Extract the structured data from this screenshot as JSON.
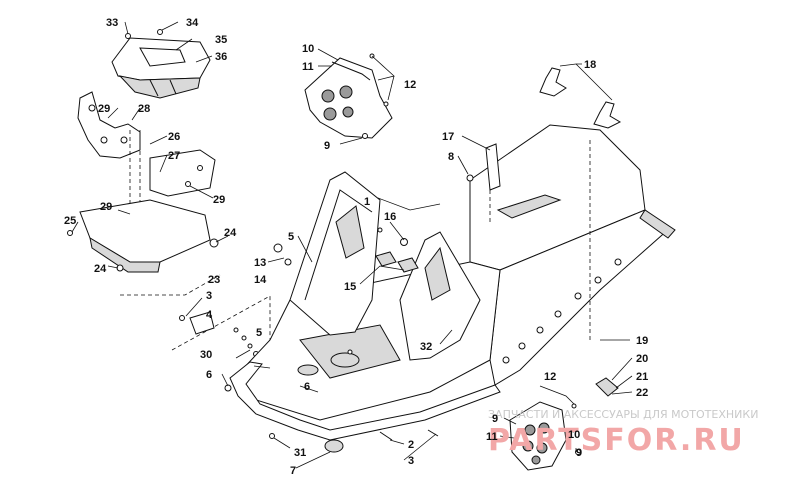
{
  "watermark": {
    "caption": "ЗАПЧАСТИ И АКСЕССУАРЫ ДЛЯ МОТОТЕХНИКИ",
    "logo": "PARTSFOR.RU"
  },
  "callouts": [
    {
      "id": "c33",
      "text": "33"
    },
    {
      "id": "c34",
      "text": "34"
    },
    {
      "id": "c35",
      "text": "35"
    },
    {
      "id": "c36",
      "text": "36"
    },
    {
      "id": "c29a",
      "text": "29"
    },
    {
      "id": "c28",
      "text": "28"
    },
    {
      "id": "c26",
      "text": "26"
    },
    {
      "id": "c27",
      "text": "27"
    },
    {
      "id": "c29b",
      "text": "29"
    },
    {
      "id": "c29c",
      "text": "29"
    },
    {
      "id": "c25",
      "text": "25"
    },
    {
      "id": "c24a",
      "text": "24"
    },
    {
      "id": "c24b",
      "text": "24"
    },
    {
      "id": "c23",
      "text": "23"
    },
    {
      "id": "c3a",
      "text": "3"
    },
    {
      "id": "c4",
      "text": "4"
    },
    {
      "id": "c5a",
      "text": "5"
    },
    {
      "id": "c30",
      "text": "30"
    },
    {
      "id": "c6a",
      "text": "6"
    },
    {
      "id": "c6b",
      "text": "6"
    },
    {
      "id": "c31",
      "text": "31"
    },
    {
      "id": "c7",
      "text": "7"
    },
    {
      "id": "c2",
      "text": "2"
    },
    {
      "id": "c3b",
      "text": "3"
    },
    {
      "id": "c10a",
      "text": "10"
    },
    {
      "id": "c11a",
      "text": "11"
    },
    {
      "id": "c12a",
      "text": "12"
    },
    {
      "id": "c9a",
      "text": "9"
    },
    {
      "id": "c1",
      "text": "1"
    },
    {
      "id": "c16",
      "text": "16"
    },
    {
      "id": "c5b",
      "text": "5"
    },
    {
      "id": "c13",
      "text": "13"
    },
    {
      "id": "c14",
      "text": "14"
    },
    {
      "id": "c15",
      "text": "15"
    },
    {
      "id": "c17",
      "text": "17"
    },
    {
      "id": "c8",
      "text": "8"
    },
    {
      "id": "c18",
      "text": "18"
    },
    {
      "id": "c32",
      "text": "32"
    },
    {
      "id": "c19",
      "text": "19"
    },
    {
      "id": "c20",
      "text": "20"
    },
    {
      "id": "c21",
      "text": "21"
    },
    {
      "id": "c22",
      "text": "22"
    },
    {
      "id": "c12b",
      "text": "12"
    },
    {
      "id": "c9b",
      "text": "9"
    },
    {
      "id": "c11b",
      "text": "11"
    },
    {
      "id": "c10b",
      "text": "10"
    },
    {
      "id": "c9c",
      "text": "9"
    }
  ]
}
